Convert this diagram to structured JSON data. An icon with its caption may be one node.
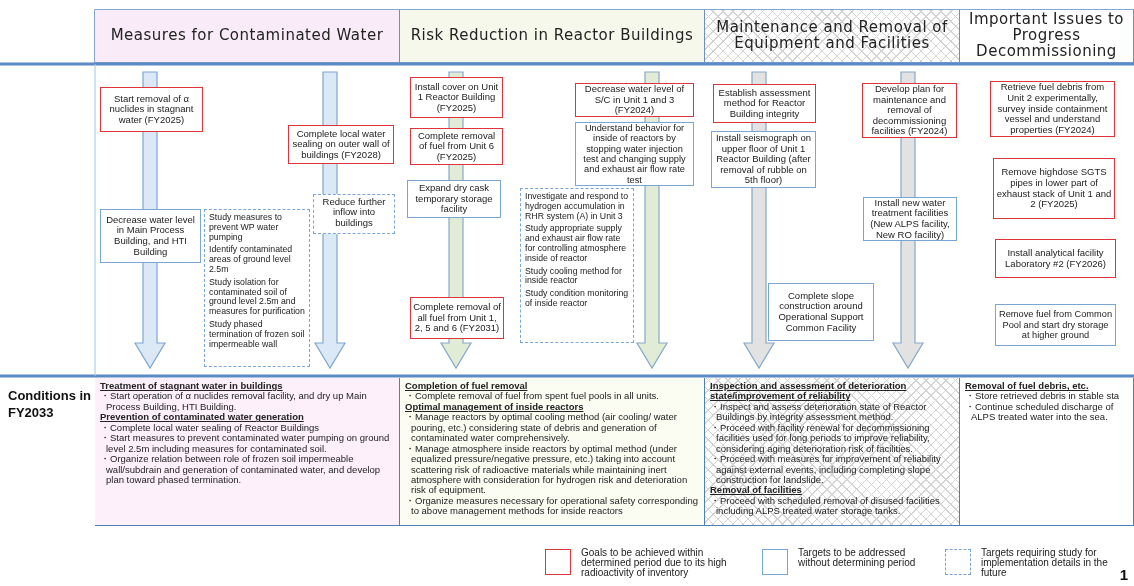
{
  "diagram": {
    "nodes": [
      {
        "text": [
          "Measures for Contaminated Water"
        ]
      },
      {
        "text": [
          "Risk Reduction in Reactor Buildings"
        ]
      },
      {
        "text": [
          "Maintenance and Removal of Equipment and Facilities"
        ]
      },
      {
        "text": [
          "Important Issues to Progress Decommissioning"
        ]
      },
      {
        "text": [
          "Start removal of α nuclides in stagnant water (FY2025)"
        ]
      },
      {
        "text": [
          "Complete local water sealing on outer wall of buildings (FY2028)"
        ]
      },
      {
        "text": [
          "Reduce further inflow into buildings"
        ]
      },
      {
        "text": [
          "Decrease water level in Main Process Building, and HTI Building"
        ]
      },
      {
        "text": [
          "Study measures to prevent WP water pumping",
          "Identify contaminated areas of ground level 2.5m",
          "Study isolation for contaminated soil of ground level 2.5m and measures for purification",
          "Study phased termination of frozen soil impermeable wall"
        ]
      },
      {
        "text": [
          "Install cover on Unit 1 Reactor Building (FY2025)"
        ]
      },
      {
        "text": [
          "Complete removal of fuel from Unit 6 (FY2025)"
        ]
      },
      {
        "text": [
          "Expand dry cask temporary storage facility"
        ]
      },
      {
        "text": [
          "Complete removal of all fuel from Unit 1, 2, 5 and 6 (FY2031)"
        ]
      },
      {
        "text": [
          "Decrease water level of S/C in Unit 1 and 3 (FY2024)"
        ]
      },
      {
        "text": [
          "Understand behavior for inside of reactors by stopping water injection test and changing supply and exhaust air flow rate test"
        ]
      },
      {
        "text": [
          "Investigate and respond to hydrogen accumulation in RHR system (A) in Unit 3",
          "Study appropriate supply and exhaust air flow rate for controlling atmosphere inside of reactor",
          "Study cooling method for inside reactor",
          "Study condition monitoring of inside reactor"
        ]
      },
      {
        "text": [
          "Establish assessment method for Reactor Building integrity"
        ]
      },
      {
        "text": [
          "Install seismograph on upper floor of Unit 1 Reactor Building (after removal of rubble on 5th floor)"
        ]
      },
      {
        "text": [
          "Complete slope construction around Operational Support Common Facility"
        ]
      },
      {
        "text": [
          "Develop plan for maintenance and removal of decommissioning facilities (FY2024)"
        ]
      },
      {
        "text": [
          "Install new water treatment facilities (New ALPS facility, New RO facility)"
        ]
      },
      {
        "text": [
          "Retrieve fuel debris from Unit 2 experimentally, survey inside containment vessel and understand properties (FY2024)"
        ]
      },
      {
        "text": [
          "Remove highdose SGTS pipes in lower part of exhaust stack of Unit 1 and 2 (FY2025)"
        ]
      },
      {
        "text": [
          "Install analytical facility Laboratory #2 (FY2026)"
        ]
      },
      {
        "text": [
          "Remove fuel from Common Pool and start dry storage at higher ground"
        ]
      },
      {
        "text": [
          "Treatment of stagnant water in buildings",
          "・Start operation of α nuclides removal facility, and dry up Main Process Building, HTI Building.",
          "Prevention of contaminated water generation",
          "・Complete local water sealing of Reactor Buildings",
          "・Start measures to prevent contaminated water pumping on ground level 2.5m including measures for contaminated soil.",
          "・Organize relation between role of frozen soil impermeable wall/subdrain and generation of contaminated water, and develop plan toward phased termination."
        ]
      },
      {
        "text": [
          "Completion of fuel removal",
          "・Complete removal of fuel from spent fuel pools in all units.",
          "Optimal management of inside reactors",
          "・Manage reactors by optimal cooling method (air cooling/ water pouring, etc.) considering state of debris and generation of contaminated water comprehensively.",
          "・Manage atmosphere inside reactors by optimal method (under equalized pressure/negative pressure, etc.) taking into account scattering risk of radioactive materials while maintaining inert atmosphere with consideration for hydrogen risk and deterioration risk of equipment.",
          "・Organize measures necessary for operational safety corresponding to above management methods for inside reactors"
        ]
      },
      {
        "text": [
          "Inspection and assessment of deterioration state/improvement of reliability",
          "・Inspect and assess deterioration state of Reactor Buildings by integrity assessment method.",
          "・Proceed with facility renewal for decommissioning facilities used for long periods to improve reliability, considering aging deterioration risk of facilities.",
          "・Proceed with measures for improvement of reliability against external events, including completing slope construction for landslide.",
          "Removal of facilities",
          "・Proceed with scheduled removal of disused facilities including ALPS treated water storage tanks."
        ]
      },
      {
        "text": [
          "Removal of fuel debris, etc.",
          "・Store retrieved debris in stable sta",
          "・Continue scheduled discharge of ALPS treated water into the sea."
        ]
      }
    ],
    "labels": [
      "Conditions in FY2033",
      "1"
    ],
    "legend": [
      {
        "text": "Goals to be achieved within determined period due to its high radioactivity of inventory"
      },
      {
        "text": "Targets to be addressed without determining period"
      },
      {
        "text": "Targets requiring study for implementation details in the future"
      }
    ]
  }
}
